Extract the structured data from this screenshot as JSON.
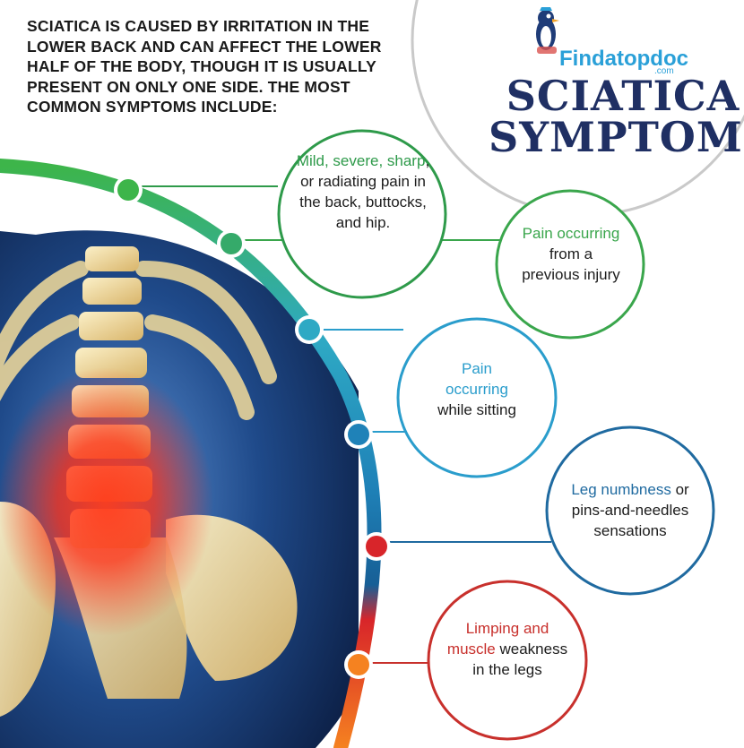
{
  "intro_text": "SCIATICA IS CAUSED BY IRRITATION IN THE LOWER BACK AND CAN AFFECT THE LOWER HALF OF THE BODY, THOUGH IT IS USUALLY PRESENT ON ONLY ONE SIDE. THE MOST COMMON SYMPTOMS INCLUDE:",
  "brand": {
    "name": "Findatopdoc",
    "suffix": ".com"
  },
  "title": {
    "line1": "SCIATICA",
    "line2": "SYMPTOMS"
  },
  "symptoms": [
    {
      "highlight": "Mild, severe, sharp",
      "rest": ", or radiating pain in the back, buttocks, and hip.",
      "color": "#2e9a4a"
    },
    {
      "highlight": "Pain occurring",
      "rest": " from a previous injury",
      "color": "#3aa64c"
    },
    {
      "highlight": "Pain occurring",
      "rest": " while sitting",
      "color": "#2a9dcc"
    },
    {
      "highlight": "Leg numbness",
      "rest": " or pins-and-needles sensations",
      "color": "#1f6aa0"
    },
    {
      "highlight": "Limping and muscle",
      "rest": " weakness in the legs",
      "color": "#c8302c"
    }
  ],
  "colors": {
    "title": "#1f2f63",
    "green": "#2e9a4a",
    "teal": "#2a9dcc",
    "blue": "#1f6aa0",
    "red": "#c8302c",
    "orange": "#f07a2a"
  },
  "icons": [
    "penguin-mascot-icon",
    "spine-xray-image"
  ]
}
